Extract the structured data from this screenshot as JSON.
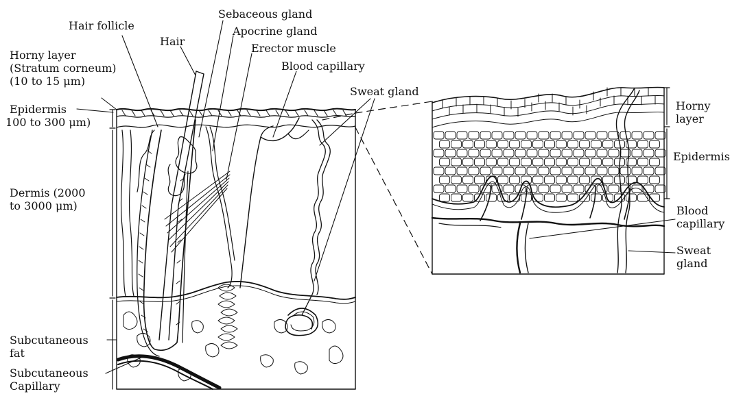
{
  "labels": {
    "hair_follicle": "Hair follicle",
    "hair": "Hair",
    "sebaceous_gland": "Sebaceous gland",
    "apocrine_gland": "Apocrine gland",
    "erector_muscle": "Erector muscle",
    "blood_capillary": "Blood capillary",
    "sweat_gland": "Sweat gland",
    "horny_layer_line1": "Horny layer",
    "horny_layer_line2": "(Stratum corneum)",
    "horny_layer_line3": "(10 to 15 μm)",
    "epidermis_line1": "Epidermis",
    "epidermis_line2": "100 to 300 μm)",
    "dermis_line1": "Dermis (2000",
    "dermis_line2": "to 3000 μm)",
    "subcutaneous_fat_line1": "Subcutaneous",
    "subcutaneous_fat_line2": "fat",
    "subcutaneous_capillary_line1": "Subcutaneous",
    "subcutaneous_capillary_line2": "Capillary",
    "detail_horny_line1": "Horny",
    "detail_horny_line2": "layer",
    "detail_epidermis": "Epidermis",
    "detail_blood_line1": "Blood",
    "detail_blood_line2": "capillary",
    "detail_sweat_line1": "Sweat",
    "detail_sweat_line2": "gland"
  }
}
